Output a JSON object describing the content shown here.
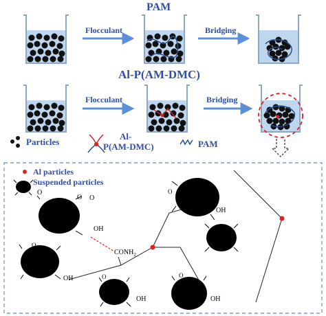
{
  "top_row": {
    "title": "PAM",
    "step1": "Flocculant",
    "step2": "Bridging"
  },
  "middle_row": {
    "title": "Al-P(AM-DMC)",
    "step1": "Flocculant",
    "step2": "Bridging"
  },
  "legend_row": {
    "particles": "Particles",
    "alp_line1": "Al-",
    "alp_line2": "P(AM-DMC)",
    "pam": "PAM"
  },
  "detail": {
    "al_particles": "Al particles",
    "suspended_particles": "Suspended particles",
    "group_o": "O",
    "group_oh": "OH",
    "conh2": "CONH",
    "conh2_sub": "2"
  },
  "colors": {
    "title_blue": "#2f4fa8",
    "arrow_blue": "#5b8fd6",
    "water": "#bfd6ef",
    "al_red": "#e02020",
    "frame_blue": "#7a9cc8"
  }
}
